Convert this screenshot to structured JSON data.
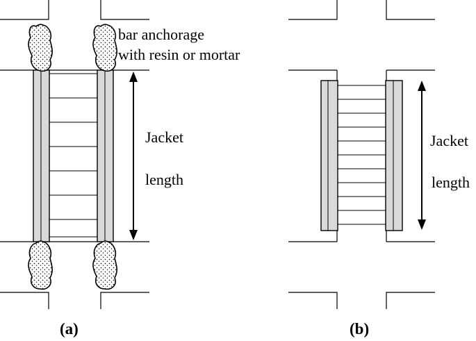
{
  "panels": [
    {
      "id": "a",
      "caption": "(a)",
      "anchorage_label": [
        "bar anchorage",
        "with resin or mortar"
      ],
      "dimension_label": [
        "Jacket",
        "length"
      ]
    },
    {
      "id": "b",
      "caption": "(b)",
      "dimension_label": [
        "Jacket",
        "length"
      ]
    }
  ],
  "colors": {
    "line": "#000000",
    "bar_fill": "#d9d9d9",
    "background": "#ffffff"
  }
}
